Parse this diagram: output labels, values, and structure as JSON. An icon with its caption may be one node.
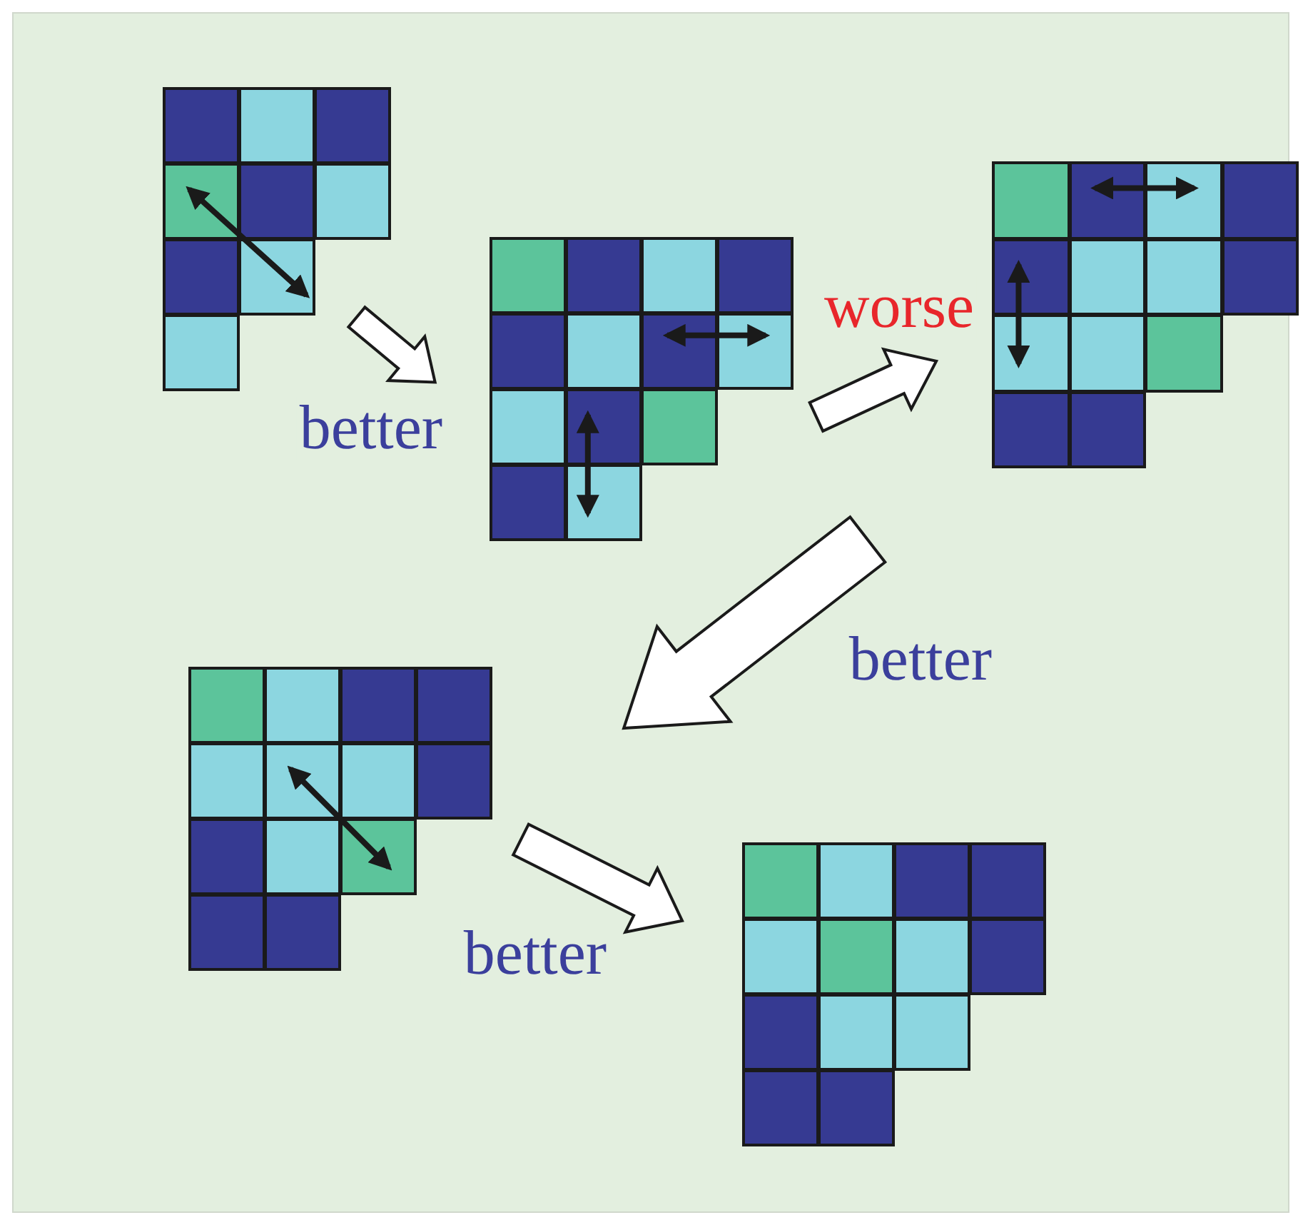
{
  "diagram": {
    "nodes": [
      {
        "text": [],
        "shape": "grid"
      },
      {
        "text": [],
        "shape": "grid"
      },
      {
        "text": [],
        "shape": "grid"
      },
      {
        "text": [],
        "shape": "grid"
      },
      {
        "text": [],
        "shape": "grid"
      }
    ],
    "edges": [
      {
        "from": 0,
        "to": 1,
        "arrow": "to",
        "label": "better"
      },
      {
        "from": 1,
        "to": 2,
        "arrow": "to",
        "label": "worse"
      },
      {
        "from": 2,
        "to": 3,
        "arrow": "to",
        "label": "better"
      },
      {
        "from": 3,
        "to": 4,
        "arrow": "to",
        "label": "better"
      }
    ]
  }
}
